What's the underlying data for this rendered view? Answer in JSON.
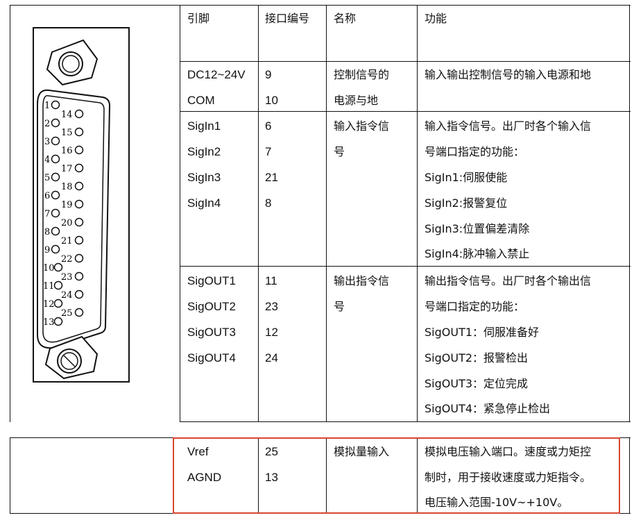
{
  "table": {
    "headers": [
      "引脚",
      "接口编号",
      "名称",
      "功能"
    ],
    "groups": [
      {
        "pins": [
          "DC12~24V",
          "COM"
        ],
        "numbers": [
          "9",
          "10"
        ],
        "name_lines": [
          "控制信号的",
          "电源与地"
        ],
        "function_lines": [
          "输入输出控制信号的输入电源和地"
        ]
      },
      {
        "pins": [
          "SigIn1",
          "SigIn2",
          "SigIn3",
          "SigIn4"
        ],
        "numbers": [
          "6",
          "7",
          "21",
          "8"
        ],
        "name_lines": [
          "输入指令信",
          "号"
        ],
        "function_lines": [
          "输入指令信号。出厂时各个输入信",
          "号端口指定的功能：",
          "SigIn1:伺服使能",
          "SigIn2:报警复位",
          "SigIn3:位置偏差清除",
          "SigIn4:脉冲输入禁止"
        ]
      },
      {
        "pins": [
          "SigOUT1",
          "SigOUT2",
          "SigOUT3",
          "SigOUT4"
        ],
        "numbers": [
          "11",
          "23",
          "12",
          "24"
        ],
        "name_lines": [
          "输出指令信",
          "号"
        ],
        "function_lines": [
          "输出指令信号。出厂时各个输出信",
          "号端口指定的功能：",
          "SigOUT1：伺服准备好",
          "SigOUT2：报警检出",
          "SigOUT3：定位完成",
          "SigOUT4：紧急停止检出"
        ]
      },
      {
        "pins": [
          "Vref",
          "AGND"
        ],
        "numbers": [
          "25",
          "13"
        ],
        "name_lines": [
          "模拟量输入"
        ],
        "function_lines": [
          "模拟电压输入端口。速度或力矩控",
          "制时，用于接收速度或力矩指令。",
          "电压输入范围-10V~+10V。"
        ]
      }
    ]
  },
  "connector": {
    "left_pins": [
      "1",
      "2",
      "3",
      "4",
      "5",
      "6",
      "7",
      "8",
      "9",
      "10",
      "11",
      "12",
      "13"
    ],
    "right_pins": [
      "14",
      "15",
      "16",
      "17",
      "18",
      "19",
      "20",
      "21",
      "22",
      "23",
      "24",
      "25"
    ]
  },
  "highlight_color": "#d8462f"
}
